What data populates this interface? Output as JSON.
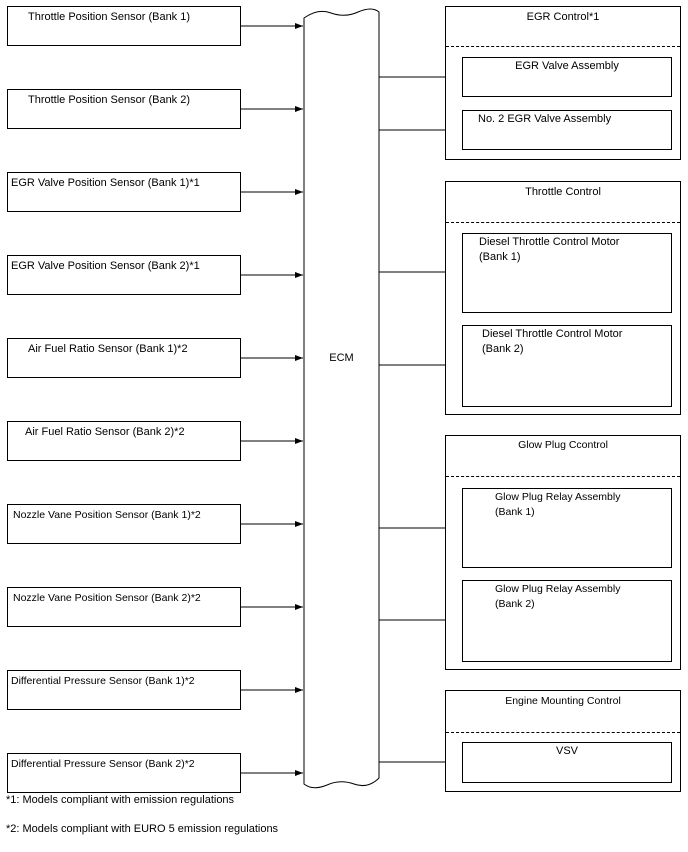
{
  "diagram": {
    "ecm_label": "ECM",
    "inputs": [
      "Throttle Position Sensor (Bank 1)",
      "Throttle Position Sensor (Bank 2)",
      "EGR Valve Position Sensor (Bank 1)*1",
      "EGR Valve Position Sensor (Bank 2)*1",
      "Air Fuel Ratio Sensor (Bank 1)*2",
      "Air Fuel Ratio Sensor (Bank 2)*2",
      "Nozzle Vane Position Sensor (Bank 1)*2",
      "Nozzle Vane Position Sensor (Bank 2)*2",
      "Differential Pressure Sensor (Bank 1)*2",
      "Differential Pressure Sensor (Bank 2)*2"
    ],
    "groups": [
      {
        "title": "EGR Control*1",
        "items": [
          "EGR Valve Assembly",
          "No. 2 EGR Valve Assembly"
        ]
      },
      {
        "title": "Throttle Control",
        "items": [
          "Diesel Throttle Control Motor\n(Bank 1)",
          "Diesel Throttle Control Motor\n(Bank 2)"
        ]
      },
      {
        "title": "Glow Plug Ccontrol",
        "items": [
          "Glow Plug Relay Assembly\n(Bank 1)",
          "Glow Plug Relay Assembly\n(Bank 2)"
        ]
      },
      {
        "title": "Engine Mounting Control",
        "items": [
          "VSV"
        ]
      }
    ],
    "footnotes": [
      "*1: Models compliant with emission regulations",
      "*2: Models compliant with EURO 5 emission regulations"
    ]
  }
}
